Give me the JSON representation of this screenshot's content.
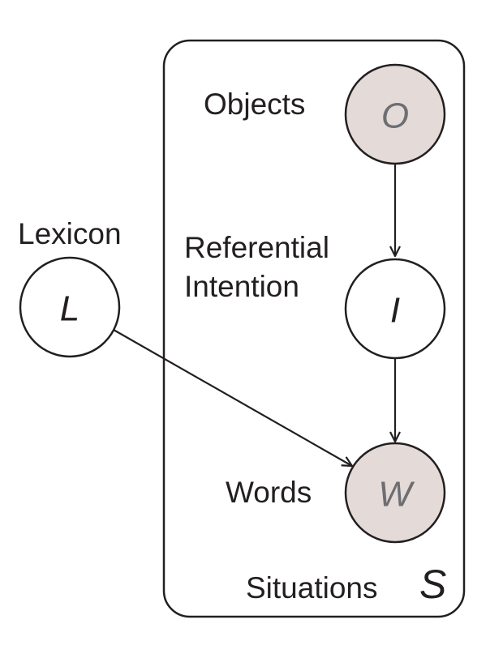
{
  "nodes": {
    "lexicon": {
      "symbol": "L",
      "label": "Lexicon",
      "observed": false
    },
    "objects": {
      "symbol": "O",
      "label": "Objects",
      "observed": true
    },
    "intention": {
      "symbol": "I",
      "label_line1": "Referential",
      "label_line2": "Intention",
      "observed": false
    },
    "words": {
      "symbol": "W",
      "label": "Words",
      "observed": true
    }
  },
  "plate": {
    "label": "Situations",
    "symbol": "S"
  },
  "edges": [
    {
      "from": "objects",
      "to": "intention"
    },
    {
      "from": "intention",
      "to": "words"
    },
    {
      "from": "lexicon",
      "to": "words"
    }
  ],
  "colors": {
    "observed_fill": "#e4dad7",
    "latent_fill": "#ffffff",
    "stroke": "#231f20",
    "observed_symbol": "#6d6e71",
    "latent_symbol": "#231f20"
  }
}
